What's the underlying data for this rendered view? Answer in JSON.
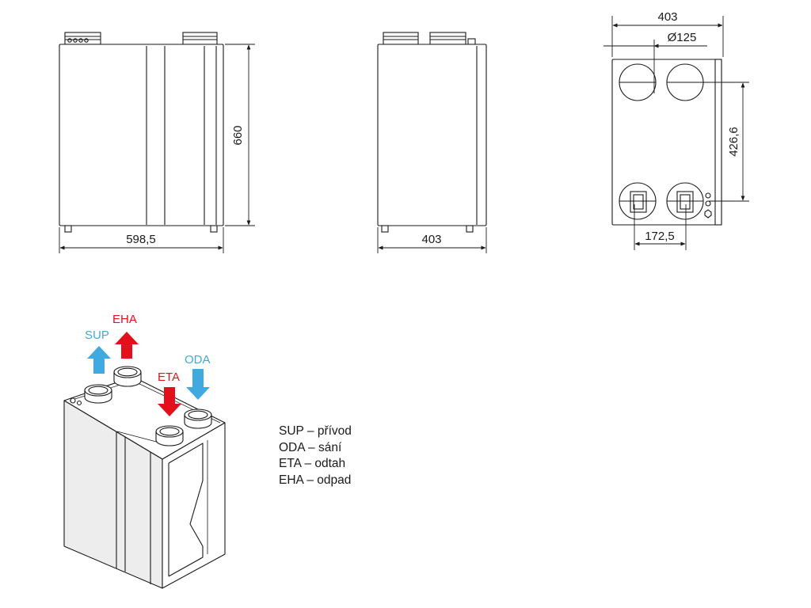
{
  "dimensions": {
    "front_width": "598,5",
    "front_height": "660",
    "side_width": "403",
    "top_width": "403",
    "duct_diameter": "Ø125",
    "duct_vertical_spacing": "426,6",
    "duct_horizontal_spacing": "172,5"
  },
  "flows": {
    "sup": "SUP",
    "eha": "EHA",
    "eta": "ETA",
    "oda": "ODA"
  },
  "colors": {
    "supply_blue": "#3fa9e0",
    "exhaust_red": "#e3101b",
    "line": "#1a1a1a",
    "shade": "#ececec"
  },
  "legend": [
    "SUP – přívod",
    "ODA – sání",
    "ETA – odtah",
    "EHA – odpad"
  ]
}
